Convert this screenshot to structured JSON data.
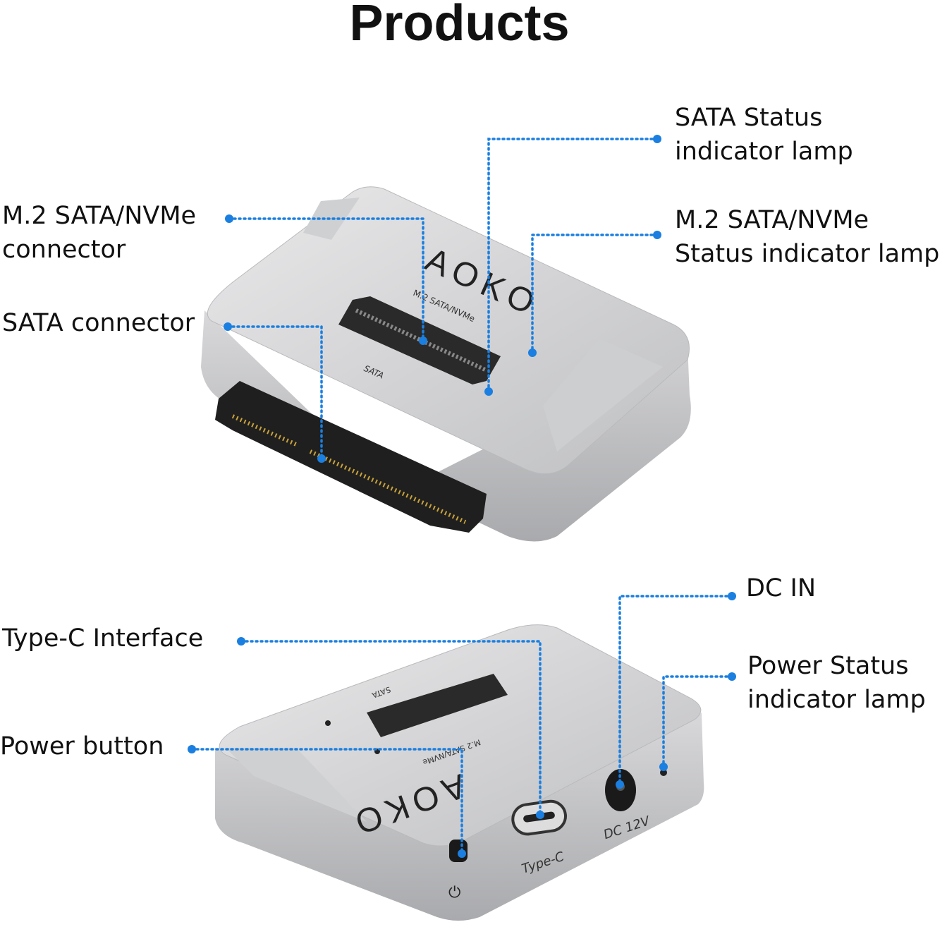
{
  "title": "Products",
  "accent_color": "#1a7fe0",
  "top_device": {
    "labels": {
      "sata_status_lamp": [
        "SATA Status",
        "indicator lamp"
      ],
      "m2_status_lamp": [
        "M.2 SATA/NVMe",
        "Status indicator lamp"
      ],
      "m2_connector": [
        "M.2 SATA/NVMe",
        "connector"
      ],
      "sata_connector": [
        "SATA connector"
      ]
    },
    "printed": {
      "brand": "AOKO",
      "m2_slot": "M.2 SATA/NVMe",
      "sata_slot": "SATA"
    }
  },
  "bottom_device": {
    "labels": {
      "dc_in": [
        "DC IN"
      ],
      "power_status_lamp": [
        "Power Status",
        "indicator lamp"
      ],
      "type_c": [
        "Type-C Interface"
      ],
      "power_button": [
        "Power button"
      ]
    },
    "printed": {
      "brand": "AOKO",
      "m2_slot": "M.2 SATA/NVMe",
      "sata_slot": "SATA",
      "type_c": "Type-C",
      "dc": "DC 12V",
      "power_symbol": "⏻"
    }
  }
}
